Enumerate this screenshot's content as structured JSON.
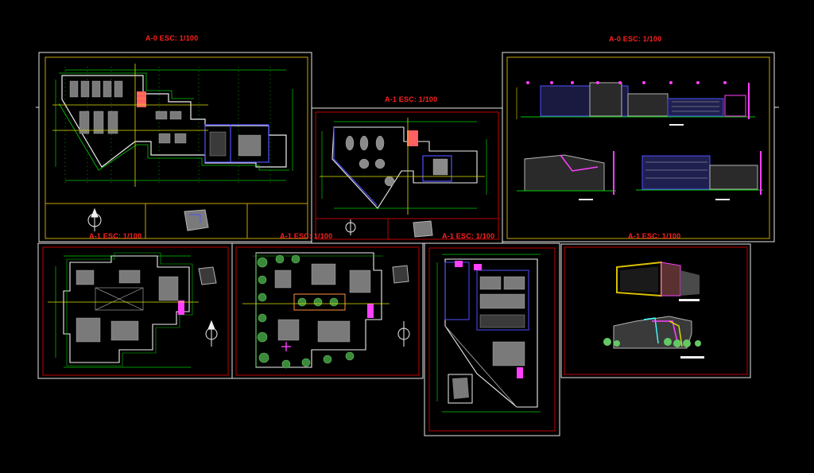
{
  "colors": {
    "background": "#000000",
    "sheet_border": "#e6e6e6",
    "title_block": "#c8a400",
    "inner_frame_red": "#c00000",
    "label": "#ff2020",
    "grid": "#00c800",
    "wall": "#f0f0f0",
    "axis": "#e0e000",
    "furniture": "#b4b4b4",
    "tree": "#64c864",
    "accent_magenta": "#ff40ff",
    "accent_blue": "#5050ff",
    "accent_cyan": "#40ffff"
  },
  "sheets": [
    {
      "id": "sheet-1",
      "label": "A-0 ESC: 1/100",
      "kind": "floor-plan-titleblock"
    },
    {
      "id": "sheet-2",
      "label": "A-1 ESC: 1/100",
      "kind": "floor-plan-small"
    },
    {
      "id": "sheet-3",
      "label": "A-0 ESC: 1/100",
      "kind": "elevations"
    },
    {
      "id": "sheet-4",
      "label": "A-1 ESC: 1/100",
      "kind": "floor-plan"
    },
    {
      "id": "sheet-5",
      "label": "A-1 ESC: 1/100",
      "kind": "floor-plan-landscape"
    },
    {
      "id": "sheet-6",
      "label": "A-1 ESC: 1/100",
      "kind": "floor-plan-triangular"
    },
    {
      "id": "sheet-7",
      "label": "A-1 ESC: 1/100",
      "kind": "perspective"
    }
  ]
}
